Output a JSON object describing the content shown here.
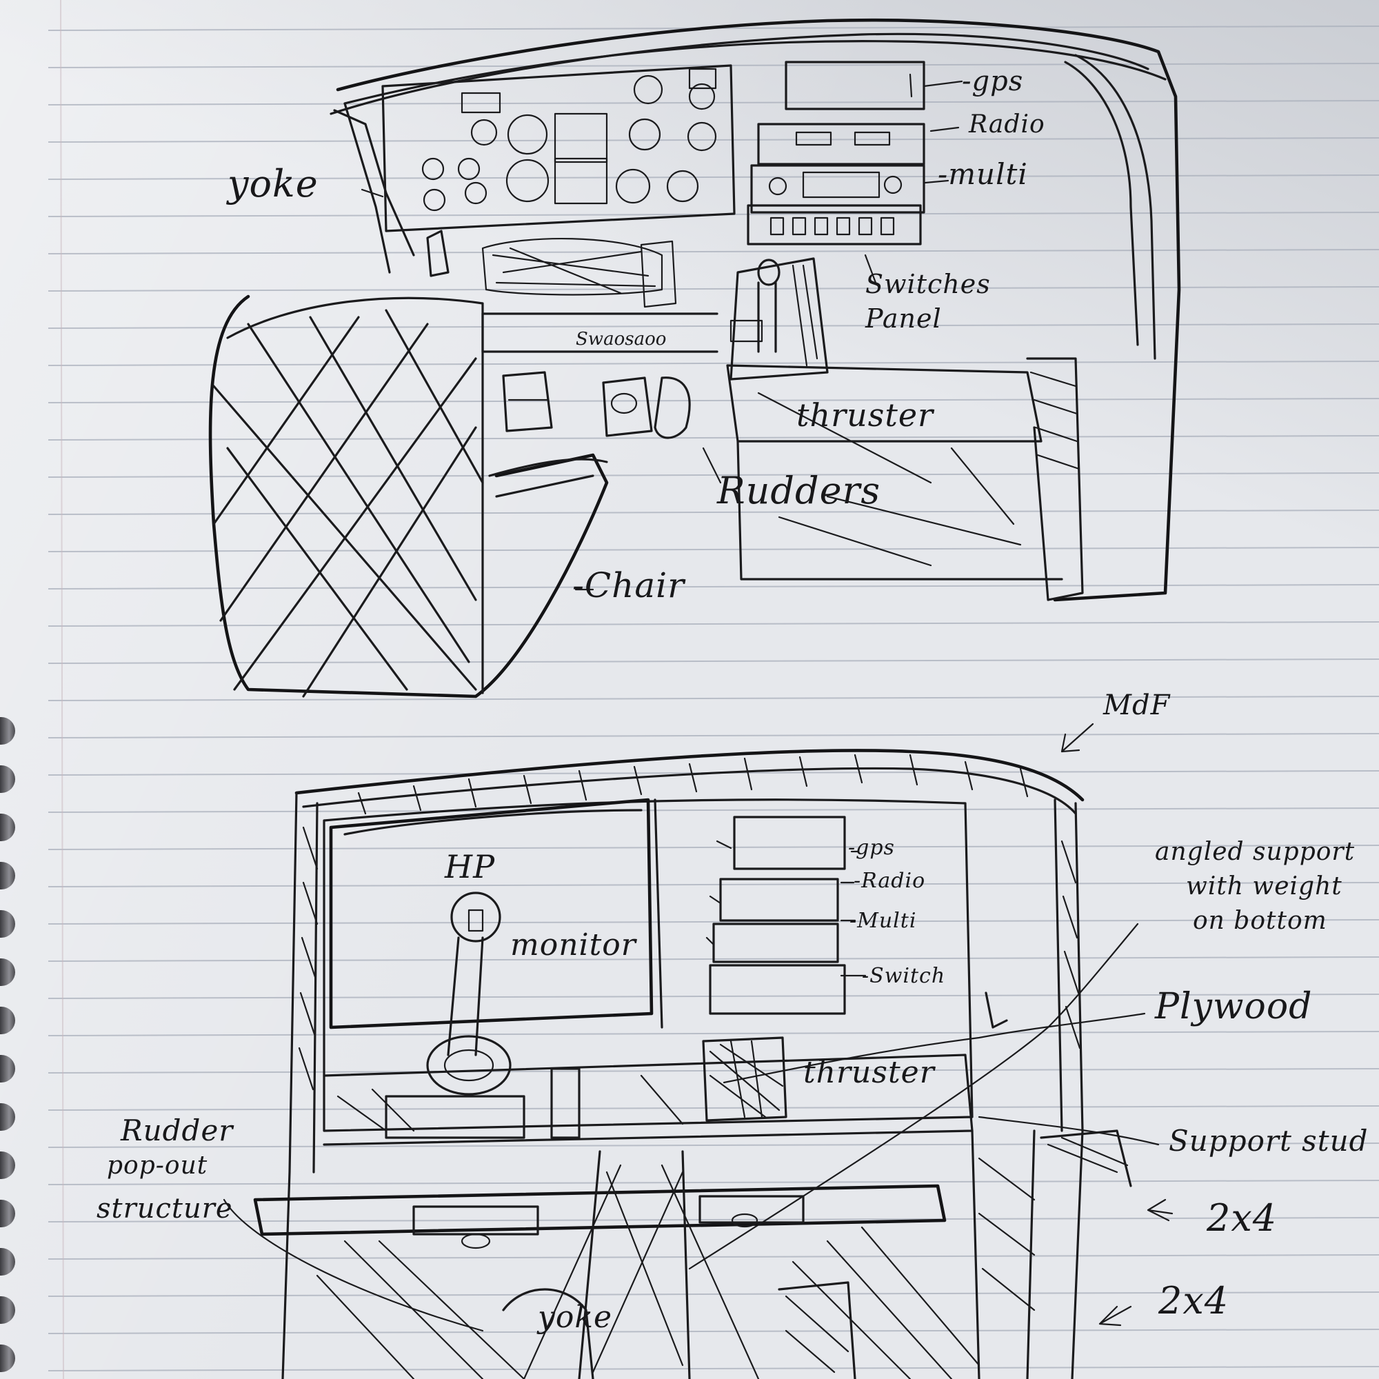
{
  "sketch_top": {
    "labels": {
      "yoke": "yoke",
      "gps": "-gps",
      "radio": "Radio",
      "multi": "-multi",
      "switches_panel_line1": "Switches",
      "switches_panel_line2": "Panel",
      "thruster": "thruster",
      "rudders": "Rudders",
      "chair": "-Chair"
    }
  },
  "sketch_bottom": {
    "labels": {
      "mdf": "MdF",
      "hp": "HP",
      "monitor": "monitor",
      "gps": "-gps",
      "radio": "-Radio",
      "multi": "-Multi",
      "switch": "-Switch",
      "angled_support_line1": "angled support",
      "angled_support_line2": "with weight",
      "angled_support_line3": "on bottom",
      "plywood": "Plywood",
      "thruster": "thruster",
      "rudder_line1": "Rudder",
      "rudder_line2": "pop-out",
      "rudder_line3": "structure",
      "support_stud": "Support stud",
      "lumber_2x4_a": "2x4",
      "lumber_2x4_b": "2x4",
      "yoke": "yoke"
    }
  }
}
